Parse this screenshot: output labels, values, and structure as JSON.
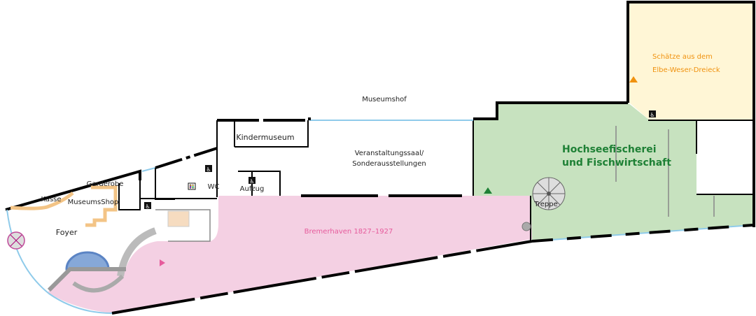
{
  "areas": {
    "bremerhaven": {
      "label": "Bremerhaven 1827–1927",
      "color": "#f4d0e3",
      "text_color": "#e65b9c"
    },
    "hochsee": {
      "line1": "Hochseefischerei",
      "line2": "und Fischwirtschaft",
      "color": "#c7e2bf",
      "text_color": "#1e8035"
    },
    "schaetze": {
      "line1": "Schätze aus dem",
      "line2": "Elbe-Weser-Dreieck",
      "color": "#fff6d6",
      "text_color": "#f0920f"
    }
  },
  "rooms": {
    "museumshof": "Museumshof",
    "kindermuseum": "Kindermuseum",
    "veranstaltung_line1": "Veranstaltungssaal/",
    "veranstaltung_line2": "Sonderausstellungen",
    "garderobe": "Garderobe",
    "kasse": "Kasse",
    "shop": "MuseumsShop",
    "foyer": "Foyer",
    "wc": "WC",
    "aufzug": "Aufzug",
    "treppe": "Treppe"
  }
}
